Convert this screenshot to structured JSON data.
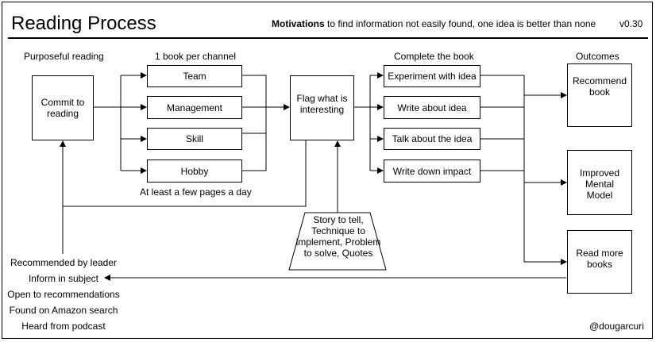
{
  "header": {
    "title": "Reading Process",
    "motivations_label": "Motivations",
    "motivations_text": " to find information not easily found, one idea is better than none",
    "version": "v0.30"
  },
  "columns": {
    "purposeful": "Purposeful reading",
    "channels": "1 book per channel",
    "complete": "Complete the book",
    "outcomes": "Outcomes"
  },
  "nodes": {
    "commit": "Commit to reading",
    "team": "Team",
    "management": "Management",
    "skill": "Skill",
    "hobby": "Hobby",
    "flag": "Flag what is interesting",
    "experiment": "Experiment with idea",
    "write_about": "Write about idea",
    "talk": "Talk about the idea",
    "write_down": "Write down impact",
    "recommend": "Recommend book",
    "mental_model": "Improved Mental Model",
    "read_more": "Read more books"
  },
  "notes": {
    "pages_per_day": "At least a few pages a day",
    "story": "Story to tell, Technique to implement, Problem to solve, Quotes"
  },
  "sources": [
    "Recommended by leader",
    "Inform in subject",
    "Open to recommendations",
    "Found on Amazon search",
    "Heard from podcast"
  ],
  "footer": {
    "handle": "@dougarcuri"
  }
}
